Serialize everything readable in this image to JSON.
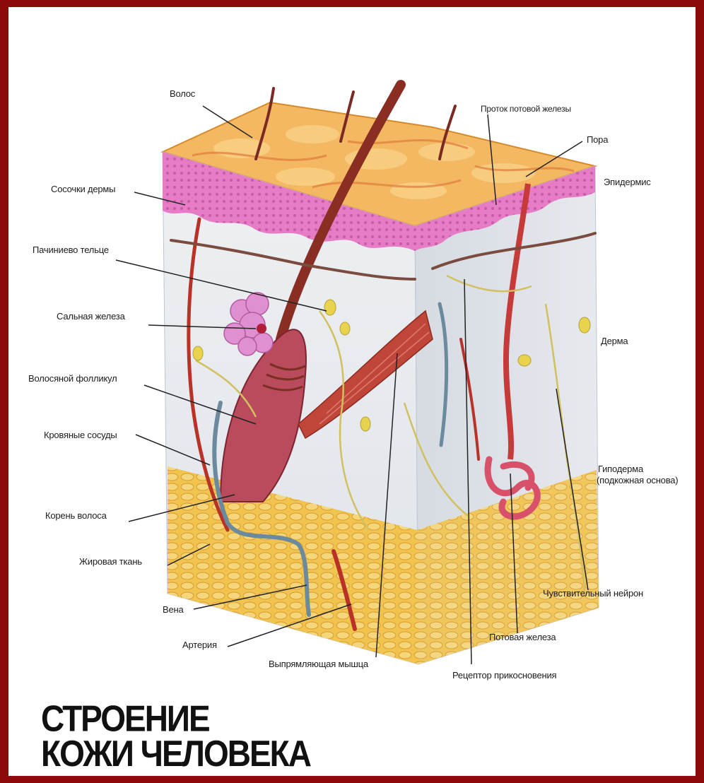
{
  "labels": {
    "hair": "Волос",
    "sweat_duct": "Проток потовой железы",
    "pore": "Пора",
    "epidermis": "Эпидермис",
    "dermal_papillae": "Сосочки дермы",
    "pacinian": "Пачиниево тельце",
    "sebaceous": "Сальная железа",
    "dermis": "Дерма",
    "follicle": "Волосяной фолликул",
    "vessels": "Кровяные сосуды",
    "hypodermis_1": "Гиподерма",
    "hypodermis_2": "(подкожная основа)",
    "hair_root": "Корень волоса",
    "fat": "Жировая ткань",
    "neuron": "Чувствительный нейрон",
    "vein": "Вена",
    "sweat_gland": "Потовая железа",
    "artery": "Артерия",
    "arrector": "Выпрямляющая мышца",
    "touch_receptor": "Рецептор прикосновения"
  },
  "title": {
    "line1": "СТРОЕНИЕ",
    "line2": "КОЖИ ЧЕЛОВЕКА"
  },
  "colors": {
    "frame": "#8b0a0a",
    "epidermis": "#e27ac4",
    "surface": "#f2b75a",
    "dermis": "#e9ecf0",
    "fat": "#f0c050",
    "vessel_red": "#c0392b",
    "vessel_blue": "#6b8a9e",
    "muscle": "#b8362a"
  }
}
